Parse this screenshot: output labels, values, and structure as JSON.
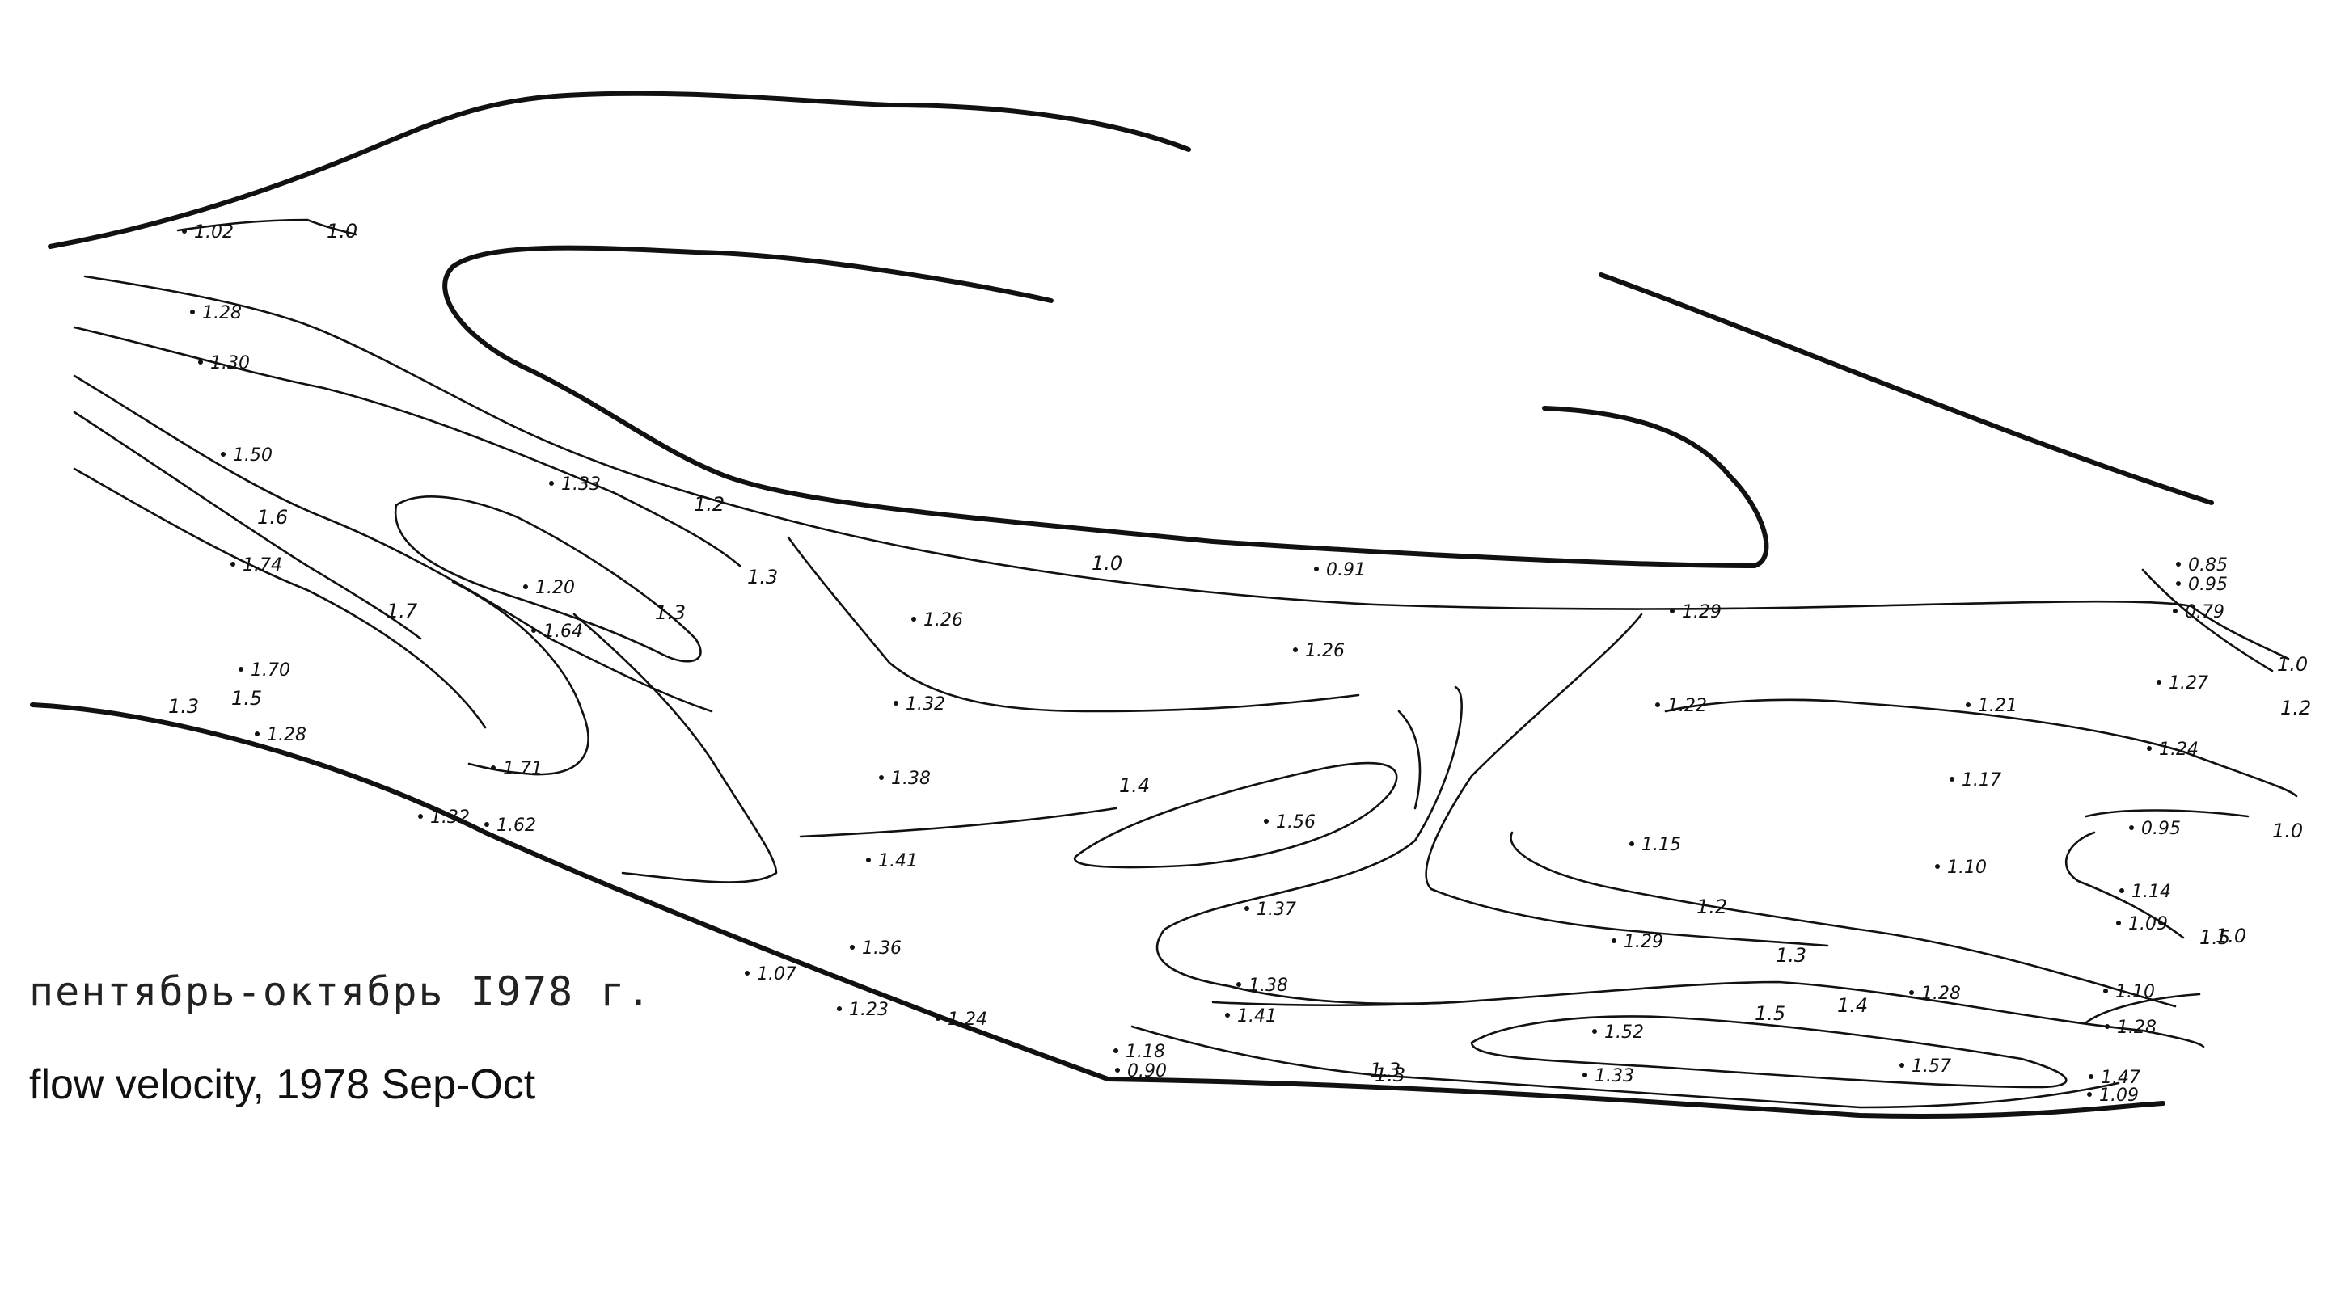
{
  "caption_ru": "пентябрь-октябрь I978 г.",
  "caption_en": "flow velocity, 1978 Sep-Oct",
  "isoline_labels": [
    "1.0",
    "1.2",
    "1.3",
    "1.3",
    "1.4",
    "1.5",
    "1.6",
    "1.7",
    "1.3",
    "1.5",
    "1.0",
    "1.2",
    "1.3",
    "1.3",
    "1.4",
    "1.5",
    "1.0",
    "1.2",
    "1.0",
    "1.0",
    "1.3"
  ],
  "points": [
    {
      "value": "1.02"
    },
    {
      "value": "1.28"
    },
    {
      "value": "1.30"
    },
    {
      "value": "1.50"
    },
    {
      "value": "1.74"
    },
    {
      "value": "1.33"
    },
    {
      "value": "1.20"
    },
    {
      "value": "1.64"
    },
    {
      "value": "1.70"
    },
    {
      "value": "1.28"
    },
    {
      "value": "1.71"
    },
    {
      "value": "1.32"
    },
    {
      "value": "1.62"
    },
    {
      "value": "1.26"
    },
    {
      "value": "1.32"
    },
    {
      "value": "1.38"
    },
    {
      "value": "1.41"
    },
    {
      "value": "1.36"
    },
    {
      "value": "1.07"
    },
    {
      "value": "1.23"
    },
    {
      "value": "1.24"
    },
    {
      "value": "0.91"
    },
    {
      "value": "1.26"
    },
    {
      "value": "1.56"
    },
    {
      "value": "1.37"
    },
    {
      "value": "1.38"
    },
    {
      "value": "1.41"
    },
    {
      "value": "1.18"
    },
    {
      "value": "0.90"
    },
    {
      "value": "1.29"
    },
    {
      "value": "1.22"
    },
    {
      "value": "1.15"
    },
    {
      "value": "1.29"
    },
    {
      "value": "1.52"
    },
    {
      "value": "1.33"
    },
    {
      "value": "1.21"
    },
    {
      "value": "1.17"
    },
    {
      "value": "1.10"
    },
    {
      "value": "1.28"
    },
    {
      "value": "1.57"
    },
    {
      "value": "0.85"
    },
    {
      "value": "0.95"
    },
    {
      "value": "0.79"
    },
    {
      "value": "1.27"
    },
    {
      "value": "1.24"
    },
    {
      "value": "0.95"
    },
    {
      "value": "1.14"
    },
    {
      "value": "1.09"
    },
    {
      "value": "1.10"
    },
    {
      "value": "1.28"
    },
    {
      "value": "1.47"
    },
    {
      "value": "1.09"
    }
  ]
}
